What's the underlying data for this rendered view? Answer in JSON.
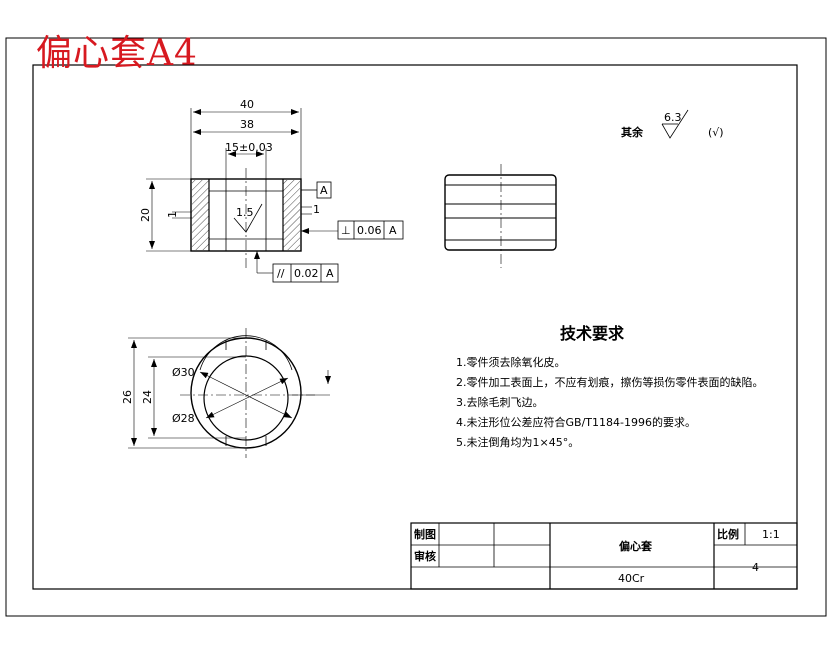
{
  "stamp_title": "偏心套A4",
  "surface_note": {
    "label": "其余",
    "roughness": "6.3",
    "paren": "(√)"
  },
  "dimensions": {
    "width_outer": "40",
    "width_inner": "38",
    "slot": "15±0.03",
    "height": "20",
    "offset_small": "1",
    "mid_note": "1.5",
    "right_tick": "1",
    "dia_outer": "26",
    "dia_inner": "24",
    "phi_30": "Ø30",
    "phi_28": "Ø28",
    "datum": "A"
  },
  "tolerances": {
    "perpendicularity": {
      "symbol": "⊥",
      "value": "0.06",
      "datum": "A"
    },
    "parallelism": {
      "symbol": "//",
      "value": "0.02",
      "datum": "A"
    }
  },
  "tech_requirements": {
    "title": "技术要求",
    "items": [
      "1.零件须去除氧化皮。",
      "2.零件加工表面上，不应有划痕，擦伤等损伤零件表面的缺陷。",
      "3.去除毛刺飞边。",
      "4.未注形位公差应符合GB/T1184-1996的要求。",
      "5.未注倒角均为1×45°。"
    ]
  },
  "title_block": {
    "drawn_label": "制图",
    "check_label": "审核",
    "part_name": "偏心套",
    "material": "40Cr",
    "scale_label": "比例",
    "scale_value": "1:1",
    "sheet_no": "4"
  }
}
